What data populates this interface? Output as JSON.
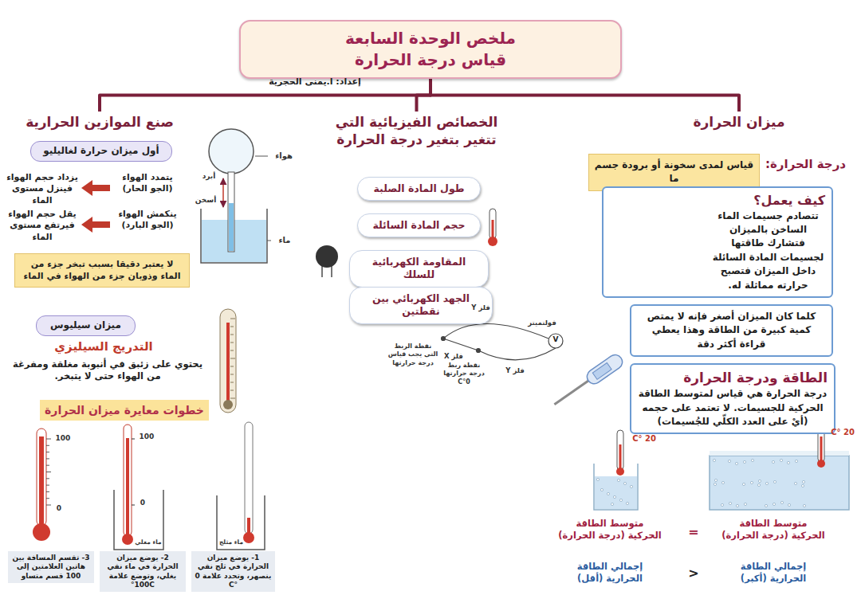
{
  "diagram": {
    "nodes": [
      {
        "text": [
          "ملخص الوحدة السابعة",
          "قياس درجة الحرارة"
        ]
      },
      {
        "text": [
          "ميزان الحرارة"
        ]
      },
      {
        "text": [
          "الخصائص الفيزيائية التي تتغير بتغير درجة الحرارة"
        ]
      },
      {
        "text": [
          "صنع الموازين الحرارية"
        ]
      },
      {
        "text": [
          "درجة الحرارة:",
          "قياس لمدى سخونة أو برودة جسم ما"
        ]
      },
      {
        "text": [
          "كيف يعمل؟",
          "تتصادم جسيمات الماء الساخن بالميزان فتشارك طاقتها لجسيمات المادة السائلة داخل الميزان فتصبح حرارته مماثلة له."
        ]
      },
      {
        "text": [
          "كلما كان الميزان أصغر فإنه لا يمتص كمية كبيرة من الطاقة وهذا يعطي قراءة أكثر دقة"
        ]
      },
      {
        "text": [
          "الطاقة ودرجة الحرارة",
          "درجة الحرارة هي قياس لمتوسط الطاقة الحركية للجسيمات. لا تعتمد على حجمه (أيْ على العدد الكلّي للجُسيمات)"
        ]
      },
      {
        "text": [
          "طول المادة الصلبة"
        ]
      },
      {
        "text": [
          "حجم المادة السائلة"
        ]
      },
      {
        "text": [
          "المقاومة الكهربائية للسلك"
        ]
      },
      {
        "text": [
          "الجهد الكهربائي بين نقطتين"
        ]
      },
      {
        "text": [
          "أول ميزان حرارة لغاليليو"
        ]
      },
      {
        "text": [
          "لا يعتبر دقيقا بسبب تبخر جزء من الماء وذوبان جزء من الهواء في الماء"
        ]
      },
      {
        "text": [
          "ميزان سيليوس"
        ]
      },
      {
        "text": [
          "خطوات معايرة ميزان الحرارة"
        ]
      },
      {
        "text": [
          "1- يوضع ميزان الحرارة في ثلج نقي ينصهر، وتحدد علامة 0 °C"
        ]
      },
      {
        "text": [
          "2- يوضع ميزان الحرارة في ماء نقي يغلي، وتوضع علامة 100C°"
        ]
      },
      {
        "text": [
          "3- تقسم المسافة بين هاتين العلامتين إلى 100 قسم متساو"
        ]
      }
    ],
    "edges": [
      {
        "from": 0,
        "to": 1,
        "arrow": "none"
      },
      {
        "from": 0,
        "to": 2,
        "arrow": "none"
      },
      {
        "from": 0,
        "to": 3,
        "arrow": "none"
      }
    ],
    "labels": [
      "إعداد: ا.يمنى الحجرية",
      "20 °C",
      "20 °C",
      "متوسط الطاقة الحركية (درجة الحرارة)",
      "=",
      "متوسط الطاقة الحركية (درجة الحرارة)",
      "إجمالي الطاقة الحرارية (أكبر)",
      "<",
      "إجمالي الطاقة الحرارية (أقل)",
      "فلز Y",
      "فلز X",
      "فلز Y",
      "فولتميتر",
      "V",
      "نقطة الربط التي يجب قياس درجة حرارتها",
      "نقطة ربط درجة حرارتها 0°C",
      "هواء",
      "أبرد",
      "أسخن",
      "ماء",
      "يتمدد الهواء (الجو الحار)",
      "يزداد حجم الهواء فينزل مستوى الماء",
      "ينكمش الهواء (الجو البارد)",
      "يقل حجم الهواء فيرتفع مستوى الماء",
      "التدريج السيليزي",
      "يحتوي على زئبق في أنبوبة مغلقة ومفرغة من الهواء حتى لا يتبخر.",
      "100",
      "0",
      "100",
      "0",
      "ماء مغلي",
      "ماء مثلج"
    ]
  }
}
